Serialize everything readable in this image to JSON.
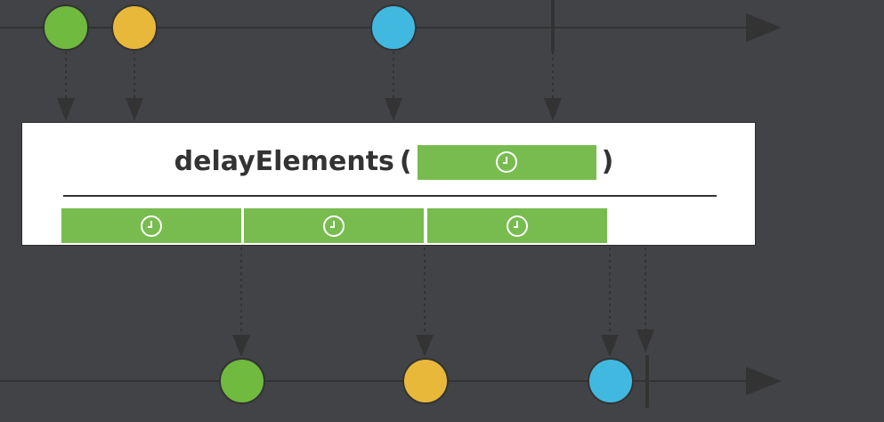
{
  "operator": {
    "name": "delayElements",
    "open_paren": "(",
    "close_paren": ")",
    "parameter_icon": "clock-icon"
  },
  "delay_icon": "clock-icon",
  "colors": {
    "background": "#424346",
    "line": "#333333",
    "box": "#ffffff",
    "delay_block": "#78bc50",
    "marble_green": "#6fba3f",
    "marble_yellow": "#e8b83a",
    "marble_blue": "#41b8e0"
  },
  "source_stream": {
    "marbles": [
      {
        "color": "green"
      },
      {
        "color": "yellow"
      },
      {
        "color": "blue"
      }
    ],
    "completes": true
  },
  "delay_blocks": [
    {
      "marble": "green"
    },
    {
      "marble": "yellow"
    },
    {
      "marble": "blue"
    }
  ],
  "result_stream": {
    "marbles": [
      {
        "color": "green"
      },
      {
        "color": "yellow"
      },
      {
        "color": "blue"
      }
    ],
    "completes": true
  }
}
